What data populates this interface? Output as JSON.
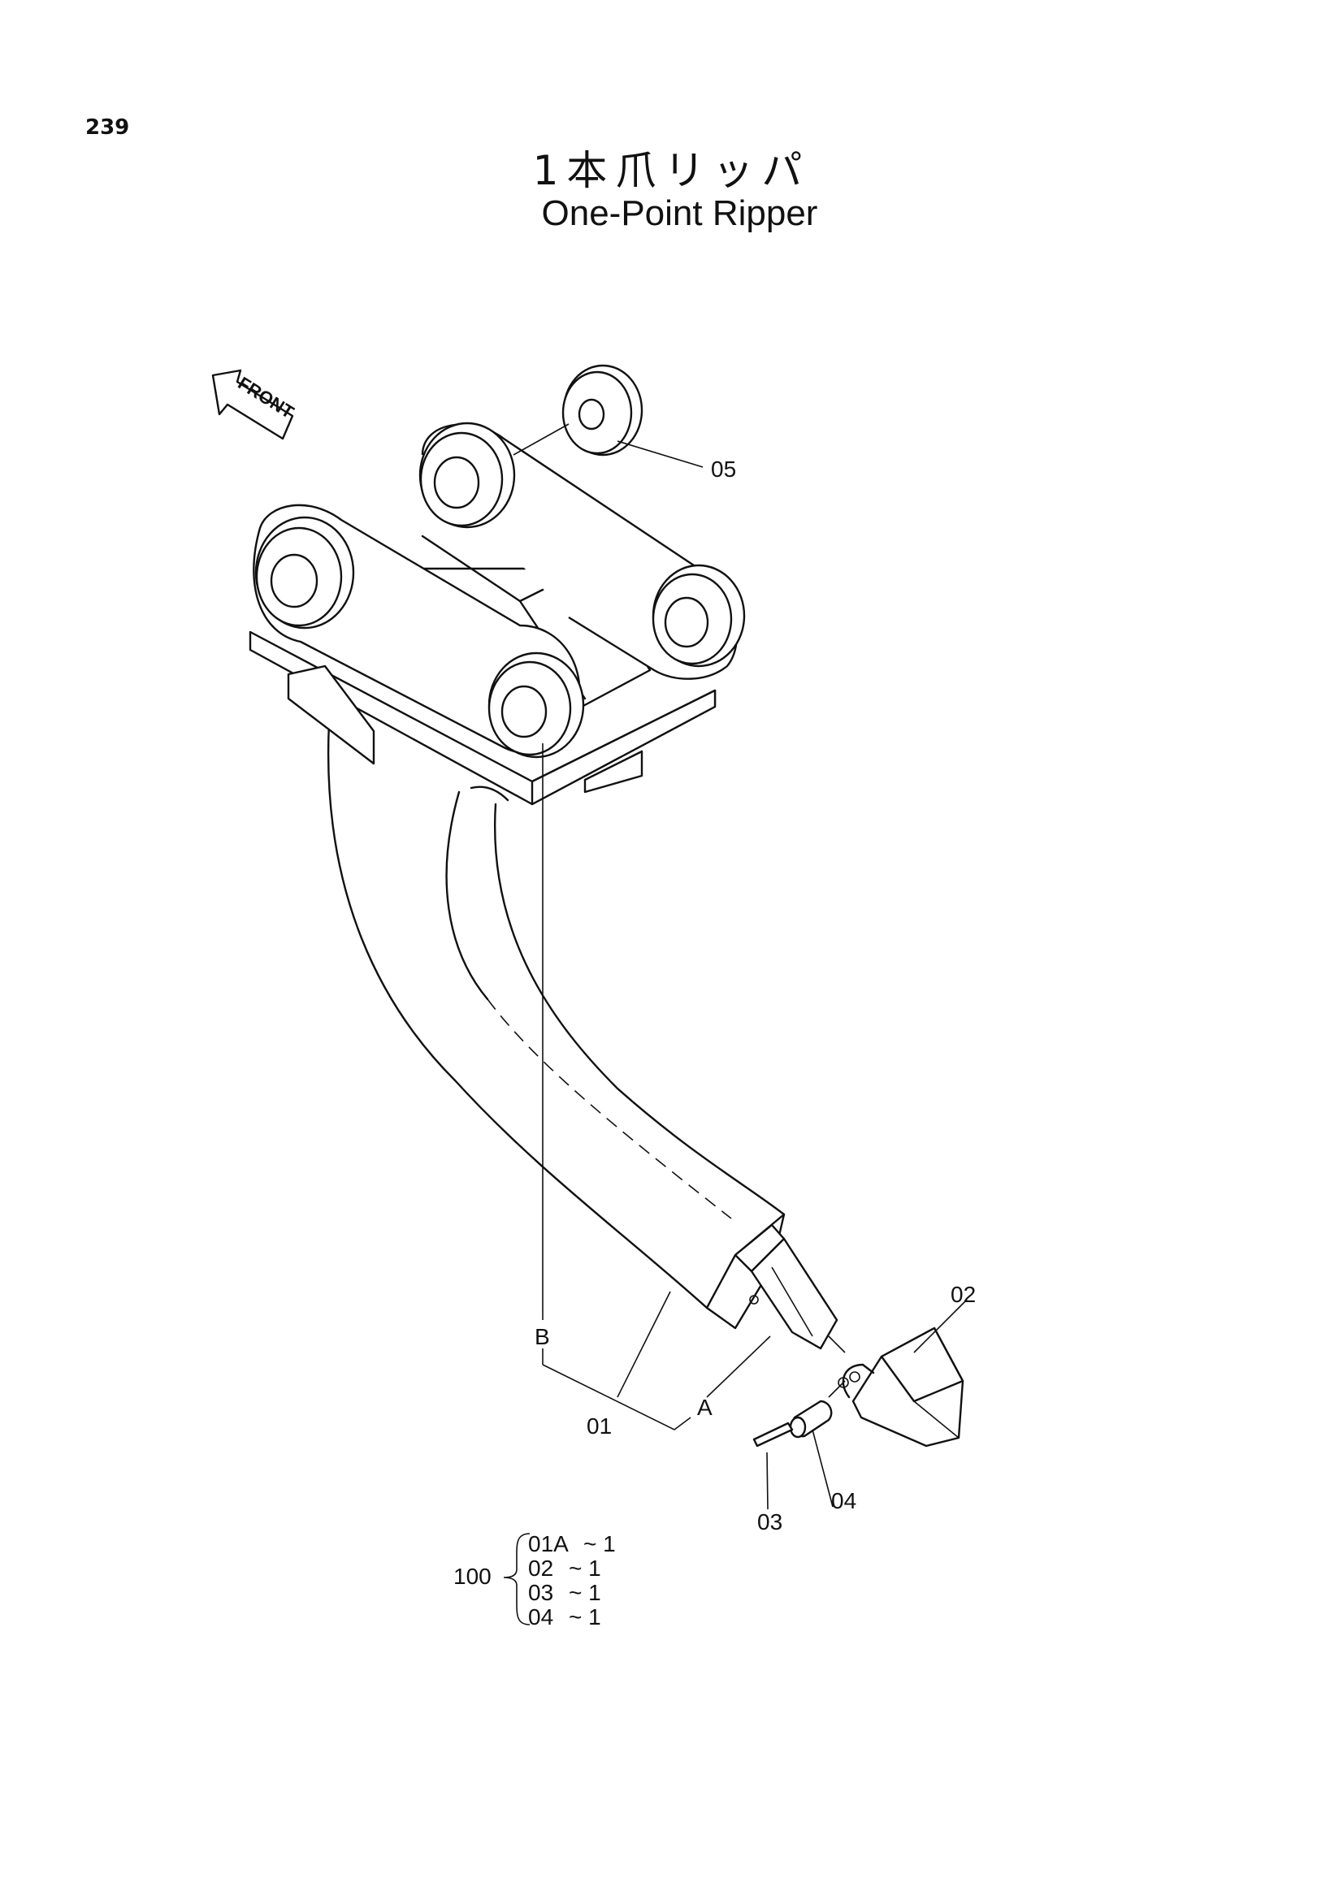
{
  "page": {
    "number": "239"
  },
  "title": {
    "japanese": "1本爪リッパ",
    "english": "One-Point Ripper"
  },
  "direction_marker": {
    "label": "FRONT"
  },
  "callouts": {
    "part_01": "01",
    "part_02": "02",
    "part_03": "03",
    "part_04": "04",
    "part_05": "05",
    "ref_a": "A",
    "ref_b": "B"
  },
  "assembly_kit": {
    "number": "100",
    "items": [
      {
        "code": "01A",
        "qty": "~ 1"
      },
      {
        "code": "02",
        "qty": "~ 1"
      },
      {
        "code": "03",
        "qty": "~ 1"
      },
      {
        "code": "04",
        "qty": "~ 1"
      }
    ]
  }
}
